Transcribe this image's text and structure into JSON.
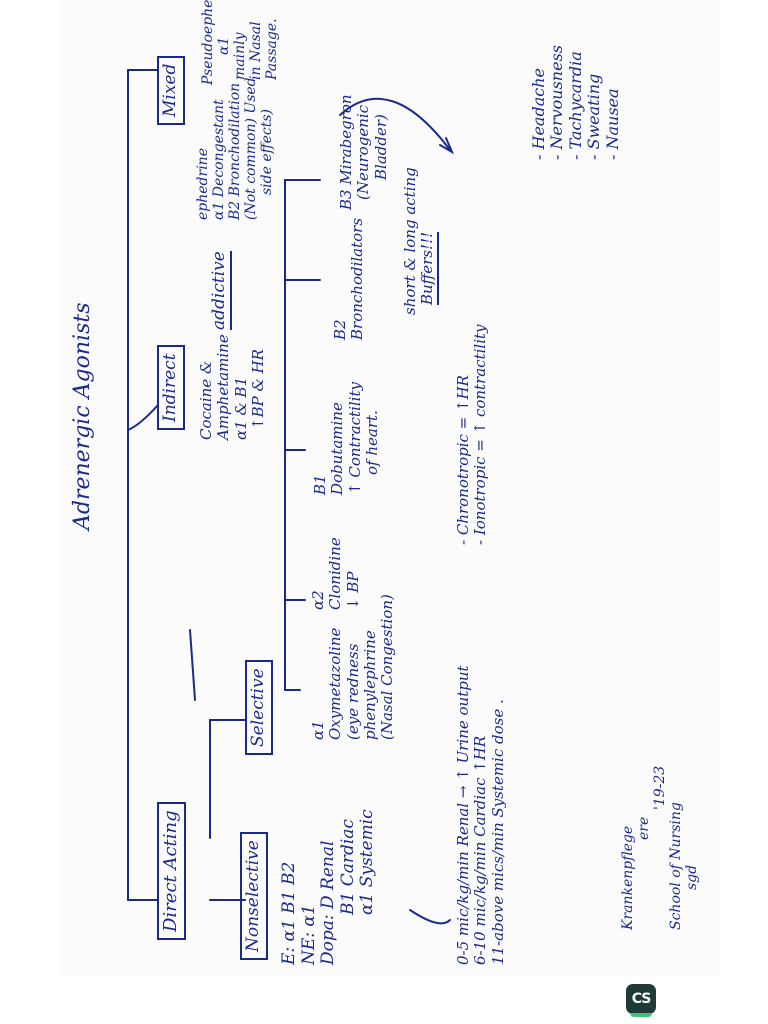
{
  "title": "Adrenergic Agonists",
  "branches": {
    "direct": {
      "label": "Direct Acting",
      "nonselective": {
        "label": "Nonselective",
        "lines": [
          "E: α1 B1 B2",
          "NE: α1",
          "Dopa: D  Renal",
          "B1 Cardiac",
          "α1 Systemic"
        ]
      },
      "dose": [
        "0-5 mic/kg/min  Renal → ↑ Urine output",
        "6-10 mic/kg/min  Cardiac ↑HR",
        "11-above mics/min  Systemic dose ."
      ],
      "selective": {
        "label": "Selective",
        "a1": [
          "α1",
          "Oxymetazoline",
          "(eye redness",
          "phenylephrine",
          "(Nasal Congestion)"
        ],
        "a2": [
          "α2",
          "Clonidine",
          "↓ BP"
        ],
        "b1": [
          "B1",
          "Dobutamine",
          "↑ Contractility",
          "of heart."
        ],
        "b1_notes": [
          "- Chronotropic = ↑HR",
          "- Ionotropic = ↑ contractility"
        ],
        "b2": [
          "B2",
          "Bronchodilators"
        ],
        "b2_notes": [
          "short & long acting",
          "Buffers!!!"
        ],
        "b3": [
          "B3  Mirabegron",
          "(Neurogenic",
          "Bladder)"
        ]
      }
    },
    "indirect": {
      "label": "Indirect",
      "lines": [
        "Cocaine &",
        "Amphetamine",
        "α1 & B1",
        "↑BP & HR"
      ],
      "note": "addictive"
    },
    "mixed": {
      "label": "Mixed",
      "ephedrine": [
        "ephedrine",
        "α1 Decongestant",
        "B2 Bronchodilation",
        "(Not common) Used",
        "side effects)"
      ],
      "pseudo": [
        "Pseudoephedrine",
        "α1",
        "mainly",
        "in Nasal",
        "Passage."
      ],
      "side_effects": [
        "- Headache",
        "- Nervousness",
        "- Tachycardia",
        "- Sweating",
        "- Nausea"
      ]
    }
  },
  "signature": [
    "Krankenpflege",
    "ere",
    "'19-23",
    "School of Nursing",
    "sgd"
  ],
  "badge": "CS"
}
